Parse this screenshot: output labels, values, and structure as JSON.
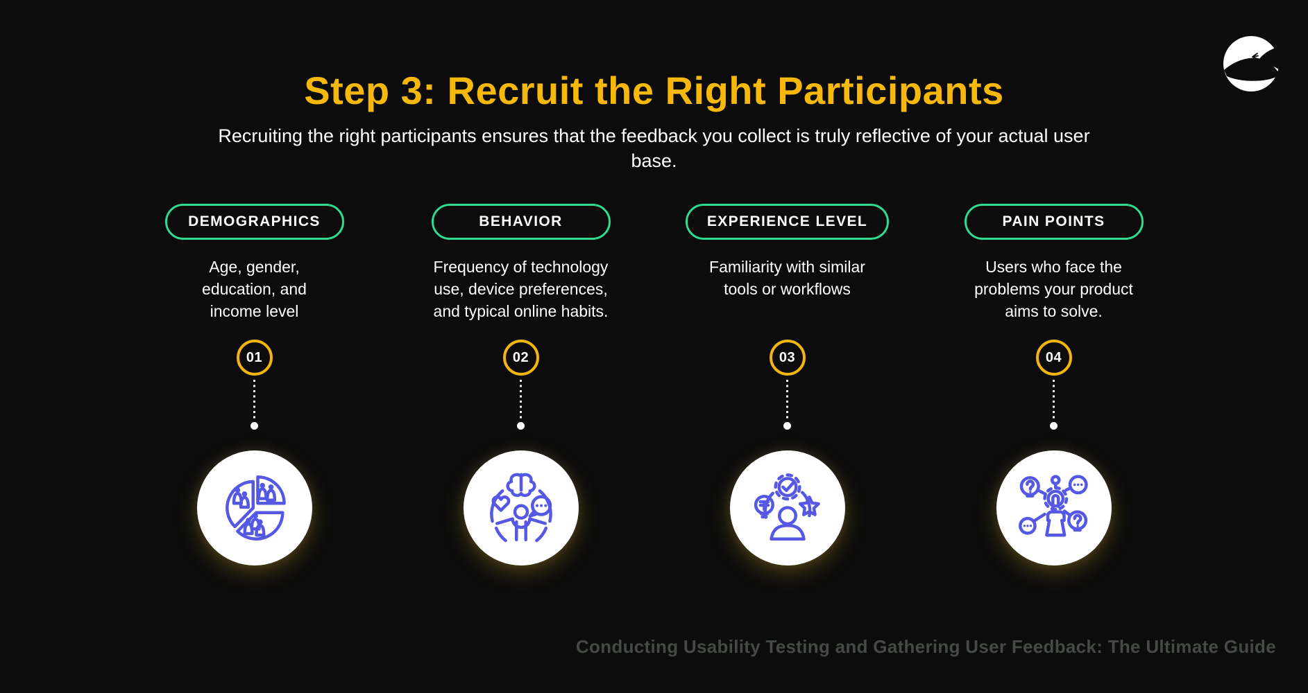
{
  "header": {
    "title": "Step 3: Recruit the Right Participants",
    "subtitle": "Recruiting the right participants ensures that the feedback you collect is truly reflective of your actual user\nbase."
  },
  "brand": {
    "logo": "gecko-logo"
  },
  "columns": [
    {
      "label": "DEMOGRAPHICS",
      "description": "Age, gender,\neducation, and\nincome level",
      "number": "01",
      "icon": "pie-chart-people-icon"
    },
    {
      "label": "BEHAVIOR",
      "description": "Frequency of technology\nuse, device preferences,\nand typical online habits.",
      "number": "02",
      "icon": "person-brain-heart-chat-icon"
    },
    {
      "label": "EXPERIENCE LEVEL",
      "description": "Familiarity with similar\ntools or workflows",
      "number": "03",
      "icon": "gear-check-bulb-star-person-icon"
    },
    {
      "label": "PAIN POINTS",
      "description": "Users who face the\nproblems your product\naims to solve.",
      "number": "04",
      "icon": "hand-gear-question-bulbs-icon"
    }
  ],
  "footer": {
    "caption": "Conducting Usability Testing and Gathering User Feedback: The Ultimate Guide"
  },
  "colors": {
    "background": "#0C0C0C",
    "accent_yellow": "#F7B80C",
    "pill_border_green": "#2FDB94",
    "number_ring_gold": "#F2B50D",
    "icon_purple": "#5558E3",
    "text_white": "#FFFFFF",
    "footer_gray": "#454A45"
  }
}
